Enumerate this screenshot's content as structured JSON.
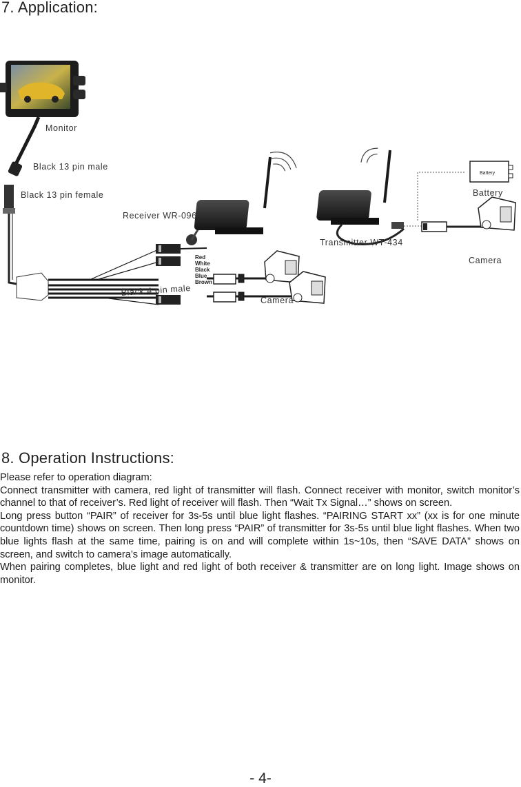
{
  "section7": {
    "title": "7. Application:"
  },
  "diagram": {
    "monitor_label": "Monitor",
    "monitor_connector_label": "Black 13  pin male",
    "cable_connector_label": "Black 13  pin female",
    "receiver_label": "Receiver WR-096",
    "transmitter_label": "Transmitter WT-434",
    "battery_label": "Battery",
    "battery_box_text": "Battery",
    "camera_label_left": "Camera",
    "camera_label_right": "Camera",
    "four_pin_label": "Black 4 pin male",
    "wire_colors": [
      "Red",
      "White",
      "Black",
      "Blue",
      "Brown"
    ]
  },
  "section8": {
    "title": "8. Operation Instructions:",
    "paragraphs": [
      "Please refer to operation diagram:",
      "Connect transmitter with camera, red light of transmitter will flash. Connect receiver with monitor, switch monitor’s channel to that of receiver’s. Red light of receiver will flash. Then “Wait Tx Signal…” shows on screen.",
      "Long press button “PAIR” of receiver for 3s-5s until blue light flashes. “PAIRING START xx” (xx is for one minute countdown time) shows on screen. Then long press “PAIR” of transmitter for 3s-5s until blue light flashes. When two blue lights flash at the same time, pairing is on and will complete within 1s~10s, then “SAVE DATA” shows on screen, and switch to camera’s image automatically.",
      "When pairing completes, blue light and red light of both receiver & transmitter are on long light. Image shows on monitor."
    ]
  },
  "page_number": "- 4-"
}
